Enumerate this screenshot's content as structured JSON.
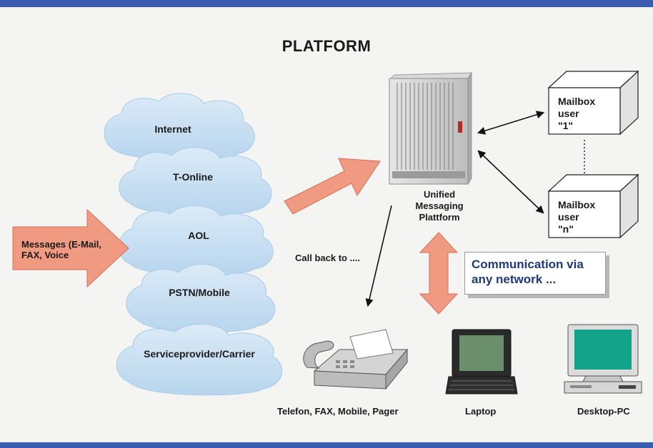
{
  "title": "PLATFORM",
  "incoming": {
    "label": "Messages (E-Mail,\nFAX, Voice"
  },
  "networks": [
    {
      "label": "Internet"
    },
    {
      "label": "T-Online"
    },
    {
      "label": "AOL"
    },
    {
      "label": "PSTN/Mobile"
    },
    {
      "label": "Serviceprovider/Carrier"
    }
  ],
  "platform": {
    "label": "Unified\nMessaging\nPlattform"
  },
  "mailboxes": [
    {
      "label": "Mailbox\nuser\n\"1\""
    },
    {
      "label": "Mailbox\nuser\n\"n\""
    }
  ],
  "callback": "Call back to ....",
  "communication": "Communication via\nany network ...",
  "devices": [
    {
      "label": "Telefon, FAX, Mobile, Pager"
    },
    {
      "label": "Laptop"
    },
    {
      "label": "Desktop-PC"
    }
  ],
  "colors": {
    "frame": "#3a5bb0",
    "cloud": "#c8dff2",
    "cloud_edge": "#9ec3e4",
    "arrow": "#f09a82",
    "arrow_edge": "#d76d55",
    "text": "#1a1a1a",
    "accent_text": "#1f3a78"
  }
}
